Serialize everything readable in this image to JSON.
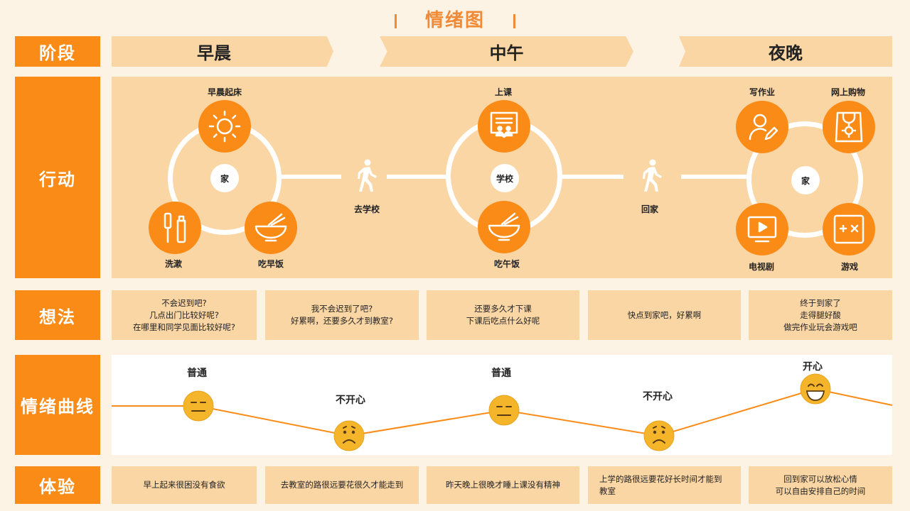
{
  "title": "情绪图",
  "rows": {
    "stage": "阶段",
    "action": "行动",
    "thought": "想法",
    "emotion": "情绪曲线",
    "experience": "体验"
  },
  "stages": [
    "早晨",
    "中午",
    "夜晚"
  ],
  "actions": {
    "home_hub": "家",
    "school_hub": "学校",
    "home2_hub": "家",
    "wake_up": "早晨起床",
    "wash": "洗漱",
    "breakfast": "吃早饭",
    "go_school": "去学校",
    "class": "上课",
    "lunch": "吃午饭",
    "go_home": "回家",
    "homework": "写作业",
    "shopping": "网上购物",
    "tv": "电视剧",
    "game": "游戏"
  },
  "thoughts": [
    [
      "不会迟到吧?",
      "几点出门比较好呢?",
      "在哪里和同学见面比较好呢?"
    ],
    [
      "我不会迟到了吧?",
      "好累啊，还要多久才到教室?"
    ],
    [
      "还要多久才下课",
      "下课后吃点什么好呢"
    ],
    [
      "快点到家吧，好累啊"
    ],
    [
      "终于到家了",
      "走得腿好酸",
      "做完作业玩会游戏吧"
    ]
  ],
  "emotion_labels": [
    "普通",
    "不开心",
    "普通",
    "不开心",
    "开心"
  ],
  "chart_data": {
    "type": "line",
    "categories": [
      "普通",
      "不开心",
      "普通",
      "不开心",
      "开心"
    ],
    "series": [
      {
        "values": [
          0,
          -1,
          0,
          -1,
          1
        ]
      }
    ]
  },
  "experiences": [
    [
      "早上起来很困没有食欲"
    ],
    [
      "去教室的路很远要花很久才能走到"
    ],
    [
      "昨天晚上很晚才睡上课没有精神"
    ],
    [
      "上学的路很远要花好长时间才能到",
      "教室"
    ],
    [
      "回到家可以放松心情",
      "可以自由安排自己的时间"
    ]
  ],
  "colors": {
    "accent": "#fb8b17",
    "panel": "#fbd6a5",
    "background": "#fdf3e4",
    "emoji": "#f5b52a"
  }
}
